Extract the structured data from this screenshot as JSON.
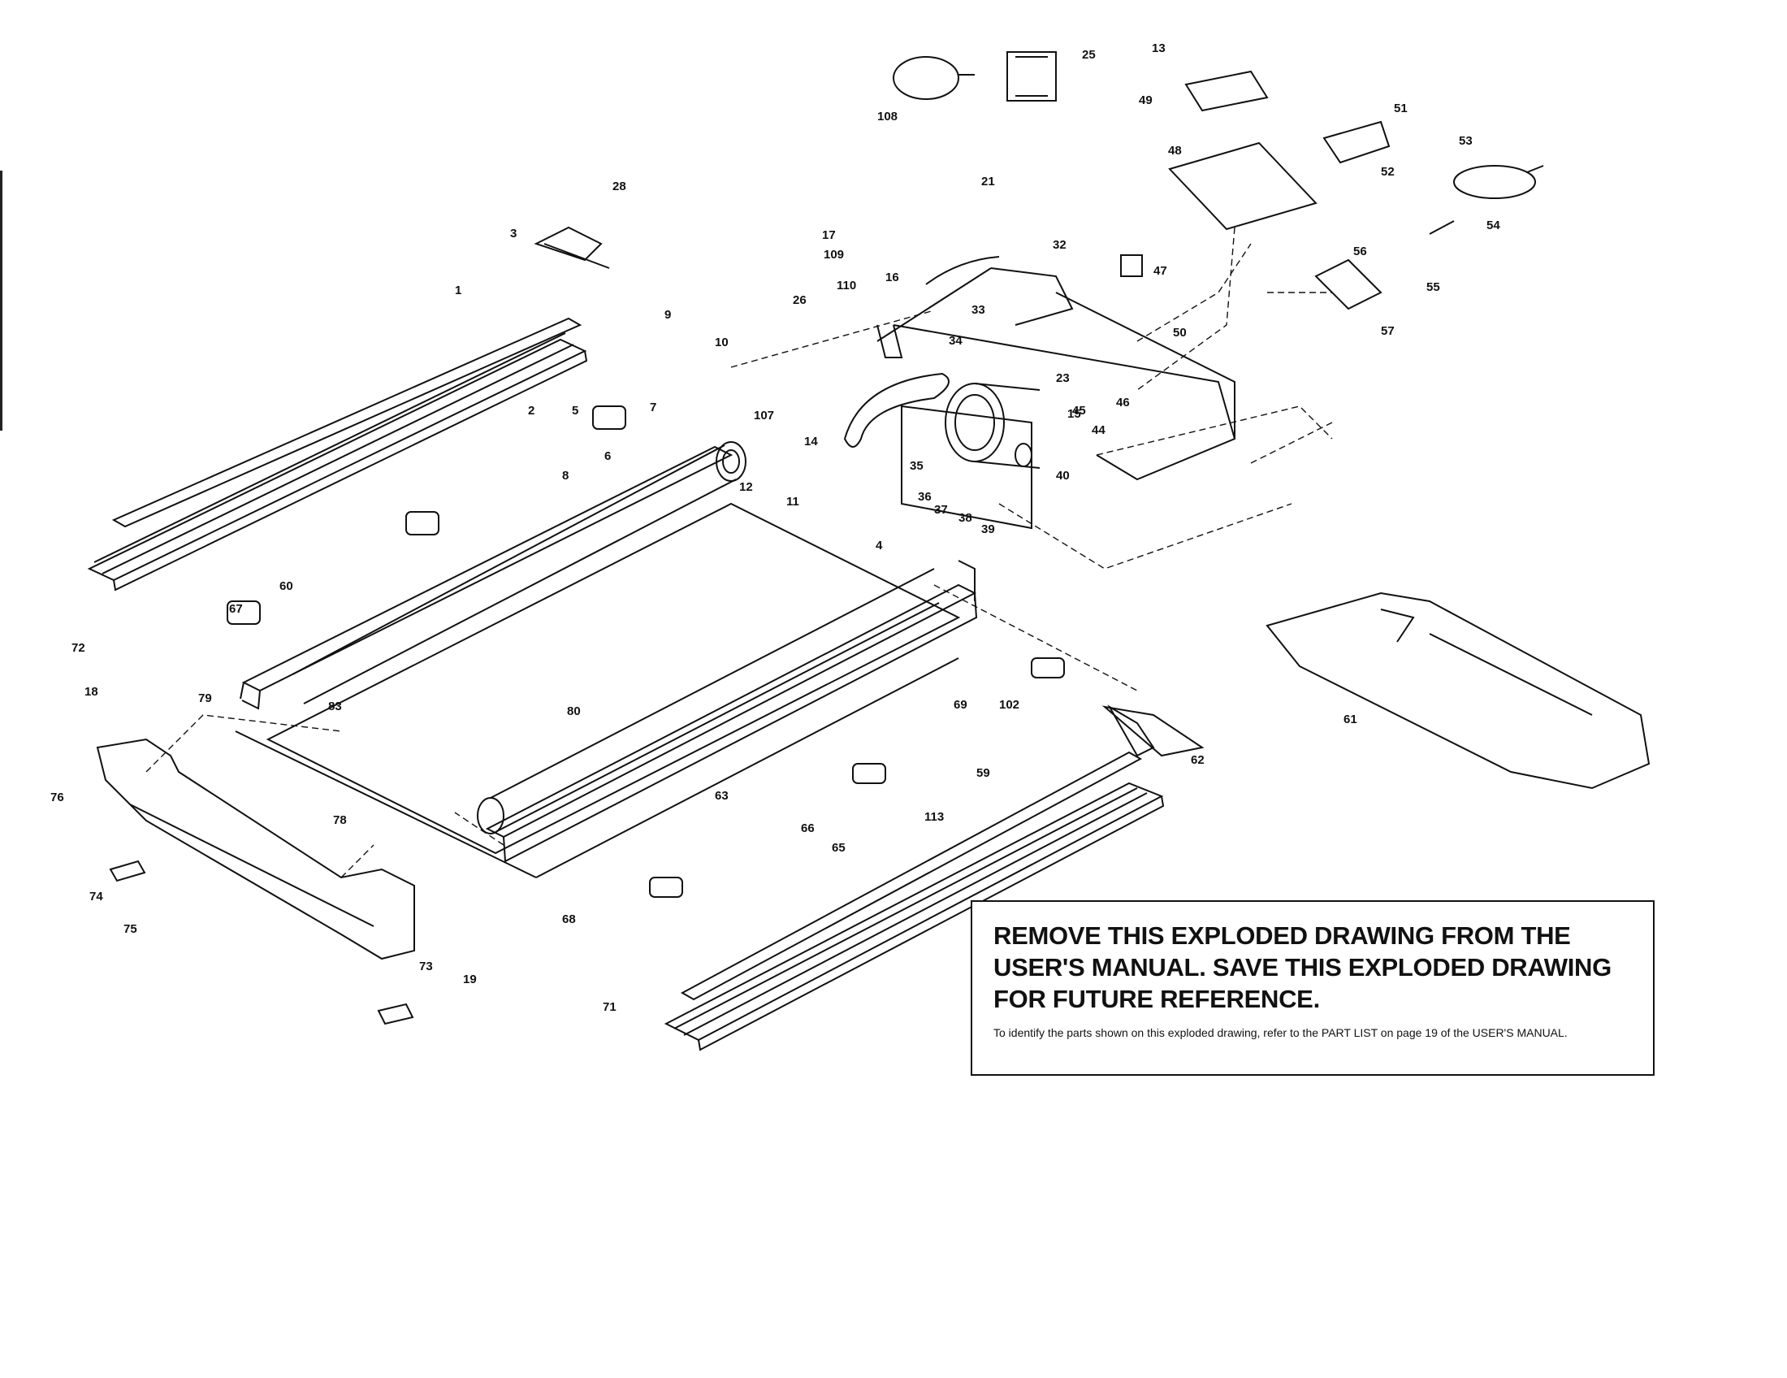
{
  "notice": {
    "heading": "REMOVE THIS EXPLODED DRAWING FROM THE USER'S MANUAL. SAVE THIS EXPLODED DRAWING FOR FUTURE REFERENCE.",
    "note": "To identify the parts shown on this exploded drawing, refer to the PART LIST on page 19 of the USER'S MANUAL."
  },
  "part_labels": [
    "1",
    "2",
    "3",
    "4",
    "5",
    "6",
    "7",
    "8",
    "9",
    "10",
    "11",
    "12",
    "13",
    "14",
    "15",
    "16",
    "17",
    "18",
    "19",
    "21",
    "23",
    "25",
    "26",
    "28",
    "32",
    "33",
    "34",
    "35",
    "36",
    "37",
    "38",
    "39",
    "40",
    "44",
    "45",
    "46",
    "47",
    "48",
    "49",
    "50",
    "51",
    "52",
    "53",
    "54",
    "55",
    "56",
    "57",
    "59",
    "60",
    "61",
    "62",
    "63",
    "65",
    "66",
    "67",
    "68",
    "69",
    "71",
    "72",
    "73",
    "74",
    "75",
    "76",
    "78",
    "79",
    "80",
    "83",
    "102",
    "107",
    "108",
    "109",
    "110",
    "113"
  ],
  "colors": {
    "ink": "#111111",
    "paper": "#ffffff"
  }
}
